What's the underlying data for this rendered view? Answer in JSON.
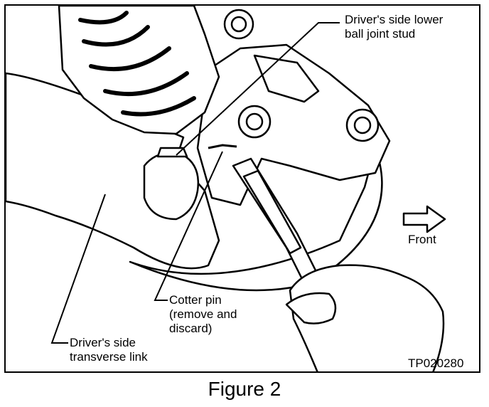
{
  "figure": {
    "caption": "Figure 2",
    "code": "TP020280",
    "labels": {
      "ball_joint_stud": "Driver's side lower\nball joint stud",
      "cotter_pin": "Cotter pin\n(remove and\ndiscard)",
      "transverse_link": "Driver's side\ntransverse link",
      "front": "Front"
    }
  }
}
